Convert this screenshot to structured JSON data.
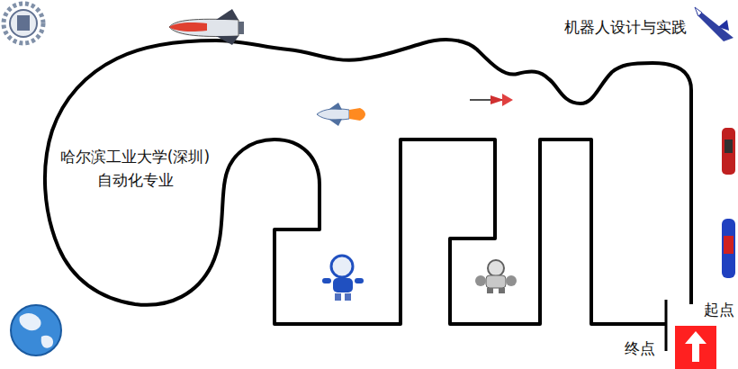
{
  "diagram": {
    "labels": [
      "机器人设计与实践",
      "哈尔滨工业大学(深圳)",
      "自动化专业",
      "起点",
      "终点"
    ]
  }
}
